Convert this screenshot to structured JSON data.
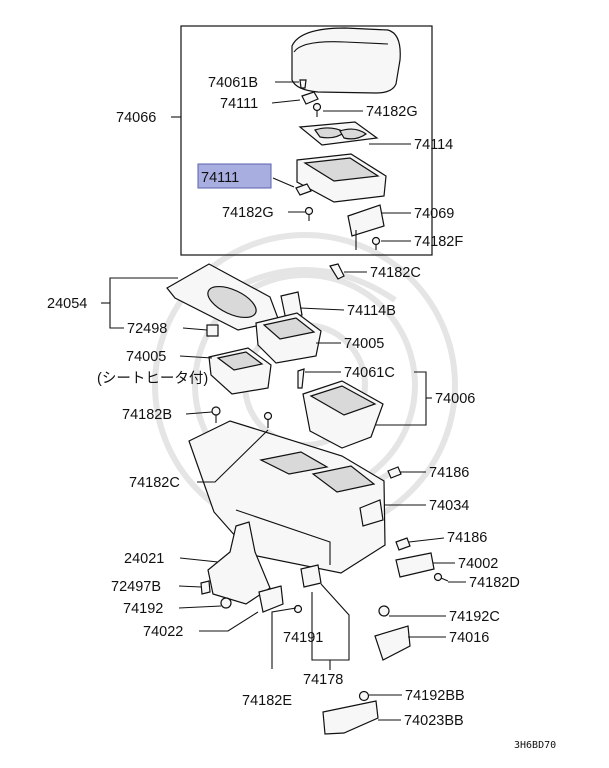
{
  "diagram": {
    "code": "3H6BD70",
    "highlighted_part": "74111",
    "highlight_color": "#a9aee0",
    "labels": {
      "p74061B": "74061B",
      "p74111a": "74111",
      "p74182G_a": "74182G",
      "p74066": "74066",
      "p74114": "74114",
      "p74111b": "74111",
      "p74182G_b": "74182G",
      "p74069": "74069",
      "p74182F": "74182F",
      "p74182C_a": "74182C",
      "p24054": "24054",
      "p74114B": "74114B",
      "p72498": "72498",
      "p74005a": "74005",
      "p74005b": "74005",
      "p_seat_heater": "(シートヒータ付)",
      "p74061C": "74061C",
      "p74006": "74006",
      "p74182B": "74182B",
      "p74182C_b": "74182C",
      "p74186a": "74186",
      "p74034": "74034",
      "p74186b": "74186",
      "p24021": "24021",
      "p74002": "74002",
      "p72497B": "72497B",
      "p74182D": "74182D",
      "p74192": "74192",
      "p74192C": "74192C",
      "p74022": "74022",
      "p74191": "74191",
      "p74016": "74016",
      "p74178": "74178",
      "p74182E": "74182E",
      "p74192BB": "74192BB",
      "p74023BB": "74023BB"
    }
  }
}
